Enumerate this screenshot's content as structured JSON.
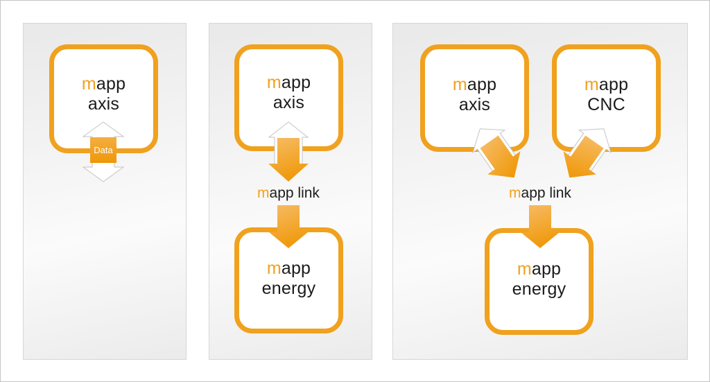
{
  "colors": {
    "accent_orange": "#F0A11E",
    "arrow_gradient_light": "#F7BC66",
    "arrow_gradient_dark": "#EF9A0C",
    "panel_background": "#EFEFEF",
    "panel_border": "#D6D6D6",
    "text_dark": "#1B1B1B",
    "white_arrow_outline": "#C3C3C3"
  },
  "icons": {
    "bidirectional_data_arrow": "double-headed vertical arrow",
    "up_white_arrow": "hollow arrow pointing into box",
    "down_orange_arrow": "filled orange arrow pointing to link/box"
  },
  "panels": [
    {
      "boxes": [
        {
          "line1_prefix": "m",
          "line1_rest": "app",
          "line2": "axis"
        }
      ],
      "arrow_label": "Data"
    },
    {
      "boxes": [
        {
          "line1_prefix": "m",
          "line1_rest": "app",
          "line2": "axis"
        },
        {
          "line1_prefix": "m",
          "line1_rest": "app",
          "line2": "energy"
        }
      ],
      "link_prefix": "m",
      "link_rest": "app link"
    },
    {
      "boxes": [
        {
          "line1_prefix": "m",
          "line1_rest": "app",
          "line2": "axis"
        },
        {
          "line1_prefix": "m",
          "line1_rest": "app",
          "line2": "CNC"
        },
        {
          "line1_prefix": "m",
          "line1_rest": "app",
          "line2": "energy"
        }
      ],
      "link_prefix": "m",
      "link_rest": "app link"
    }
  ]
}
